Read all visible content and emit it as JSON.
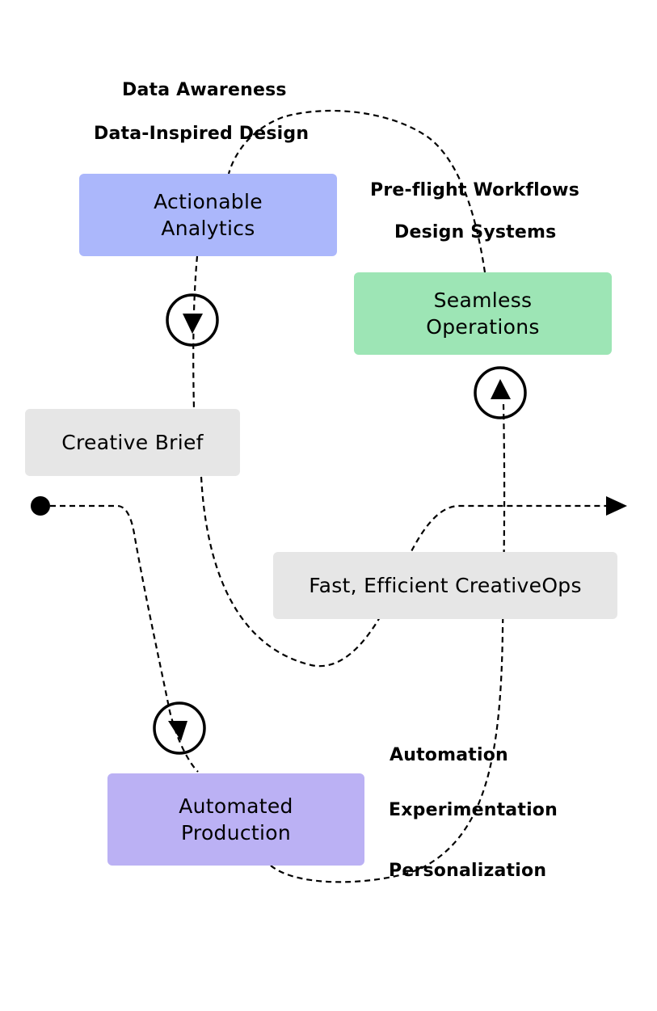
{
  "colors": {
    "brief": "#e6e6e6",
    "analytics": "#abb7fb",
    "seamless": "#9de5b5",
    "fast": "#e6e6e6",
    "automated": "#bbb1f4",
    "line": "#000000"
  },
  "boxes": {
    "brief": {
      "line1": "Creative Brief"
    },
    "analytics": {
      "line1": "Actionable",
      "line2": "Analytics"
    },
    "seamless": {
      "line1": "Seamless",
      "line2": "Operations"
    },
    "fast": {
      "line1": "Fast, Efficient CreativeOps"
    },
    "automated": {
      "line1": "Automated",
      "line2": "Production"
    }
  },
  "labels": {
    "data_awareness": "Data Awareness",
    "data_inspired": "Data-Inspired Design",
    "preflight": "Pre-flight Workflows",
    "design_systems": "Design Systems",
    "automation": "Automation",
    "experimentation": "Experimentation",
    "personalization": "Personalization"
  }
}
